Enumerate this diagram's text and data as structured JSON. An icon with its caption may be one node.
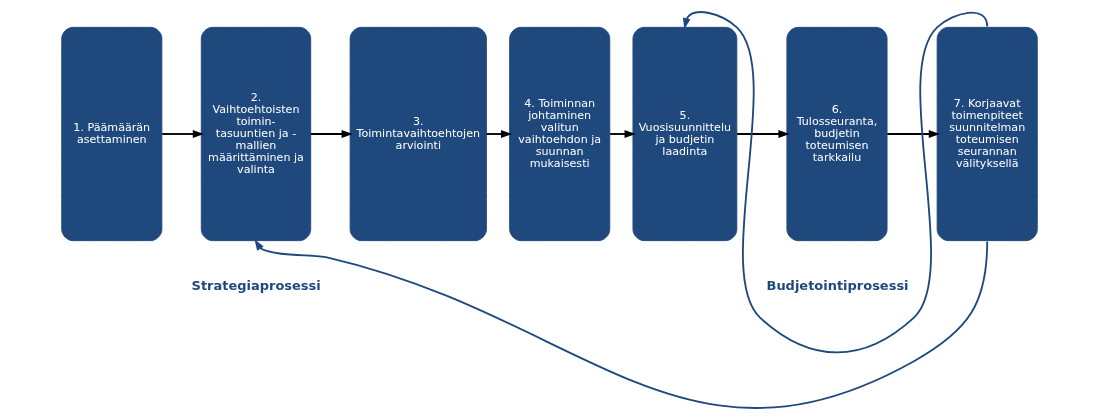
{
  "diagram": {
    "nodes": [
      {
        "text": [
          "1. Päämäärän asettaminen"
        ]
      },
      {
        "text": [
          "2. Vaihtoehtoisten toimin- tasuuntien ja - mallien määrittäminen ja valinta"
        ]
      },
      {
        "text": [
          "3. Toimintavaihtoehtojen arviointi"
        ]
      },
      {
        "text": [
          "4. Toiminnan johtaminen valitun vaihtoehdon ja suunnan mukaisesti"
        ]
      },
      {
        "text": [
          "5. Vuosisuunnittelu ja budjetin laadinta"
        ]
      },
      {
        "text": [
          "6. Tulosseuranta, budjetin toteumisen tarkkailu"
        ]
      },
      {
        "text": [
          "7. Korjaavat toimenpiteet suunnitelman toteumisen seurannan välityksellä"
        ]
      }
    ],
    "edges": [
      {
        "from": 0,
        "to": 1,
        "arrow": "to"
      },
      {
        "from": 1,
        "to": 2,
        "arrow": "to"
      },
      {
        "from": 2,
        "to": 3,
        "arrow": "to"
      },
      {
        "from": 3,
        "to": 4,
        "arrow": "to"
      },
      {
        "from": 4,
        "to": 5,
        "arrow": "to"
      },
      {
        "from": 5,
        "to": 6,
        "arrow": "to"
      },
      {
        "from": 6,
        "to": 4,
        "arrow": "to",
        "color": "#1f497d"
      },
      {
        "from": 6,
        "to": 1,
        "arrow": "to",
        "color": "#1f497d"
      }
    ],
    "labels": [
      "Strategiaprosessi",
      "Budjetointiprosessi"
    ]
  }
}
